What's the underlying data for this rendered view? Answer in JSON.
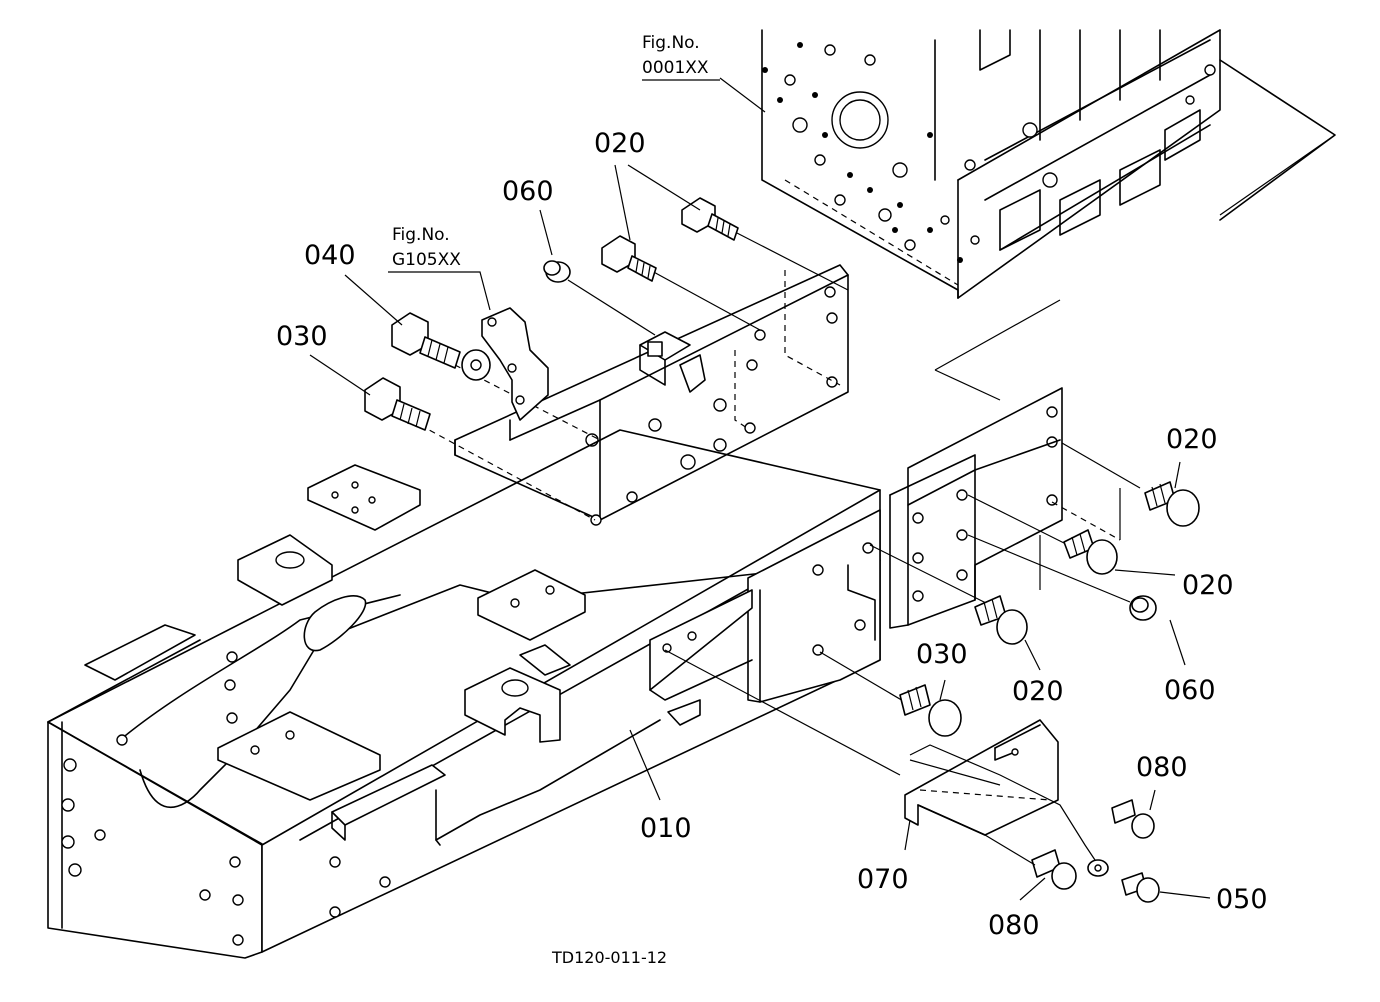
{
  "diagram": {
    "drawing_code": "TD120-011-12",
    "fig_refs": [
      {
        "line1": "Fig.No.",
        "line2": "0001XX"
      },
      {
        "line1": "Fig.No.",
        "line2": "G105XX"
      }
    ],
    "callouts": [
      "020",
      "060",
      "040",
      "030",
      "020",
      "020",
      "060",
      "020",
      "030",
      "010",
      "080",
      "070",
      "080",
      "050"
    ]
  }
}
